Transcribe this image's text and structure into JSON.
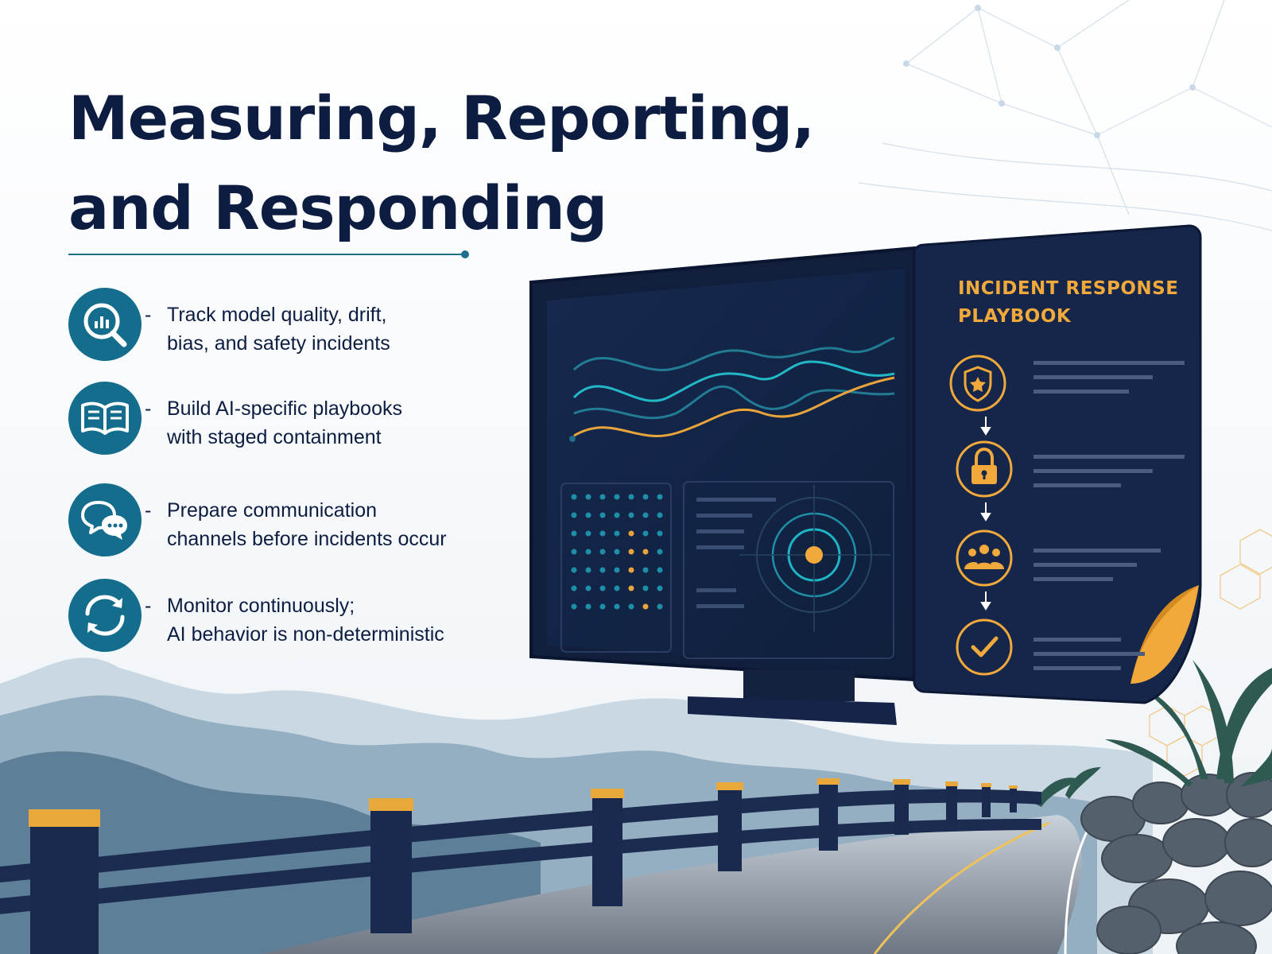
{
  "title": {
    "line1": "Measuring, Reporting,",
    "line2": "and Responding"
  },
  "bullets": [
    {
      "icon": "magnifier-chart-icon",
      "line1": "Track model quality, drift,",
      "line2": "bias, and safety incidents"
    },
    {
      "icon": "open-book-icon",
      "line1": "Build AI-specific playbooks",
      "line2": "with staged containment"
    },
    {
      "icon": "chat-bubbles-icon",
      "line1": "Prepare communication",
      "line2": "channels before incidents occur"
    },
    {
      "icon": "refresh-cycle-icon",
      "line1": "Monitor continuously;",
      "line2": "AI behavior is non-deterministic"
    }
  ],
  "bullet_marker": "-",
  "playbook": {
    "title_line1": "INCIDENT RESPONSE",
    "title_line2": "PLAYBOOK",
    "steps": [
      "shield-icon",
      "padlock-icon",
      "team-icon",
      "checkmark-icon"
    ]
  },
  "colors": {
    "navy": "#0d1d42",
    "teal": "#146d8c",
    "gold": "#f0a93a",
    "screen": "#14264a"
  }
}
